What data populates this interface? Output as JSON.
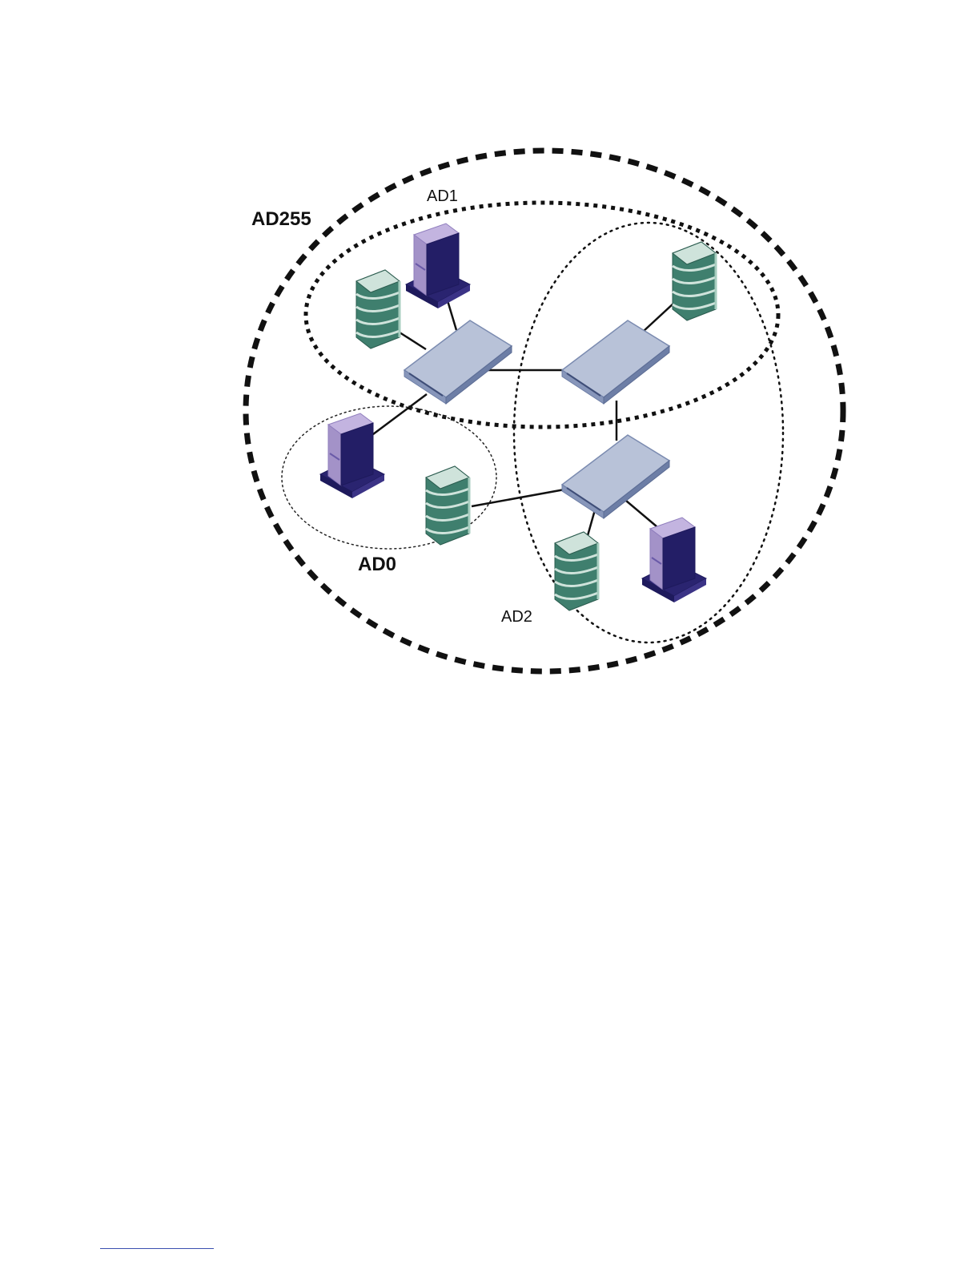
{
  "zones": [
    {
      "id": "ad255",
      "label": "AD255"
    },
    {
      "id": "ad1",
      "label": "AD1"
    },
    {
      "id": "ad0",
      "label": "AD0"
    },
    {
      "id": "ad2",
      "label": "AD2"
    }
  ],
  "icons": {
    "switch": "network-switch-icon",
    "storage": "storage-array-icon",
    "host": "server-host-icon"
  },
  "colors": {
    "switch_top": "#b8c2d8",
    "switch_edge": "#6d7ea6",
    "storage": "#3f7f6e",
    "storage_light": "#cfe3db",
    "host_dark": "#1e1a5c",
    "host_light": "#a392c8",
    "line": "#111111"
  }
}
